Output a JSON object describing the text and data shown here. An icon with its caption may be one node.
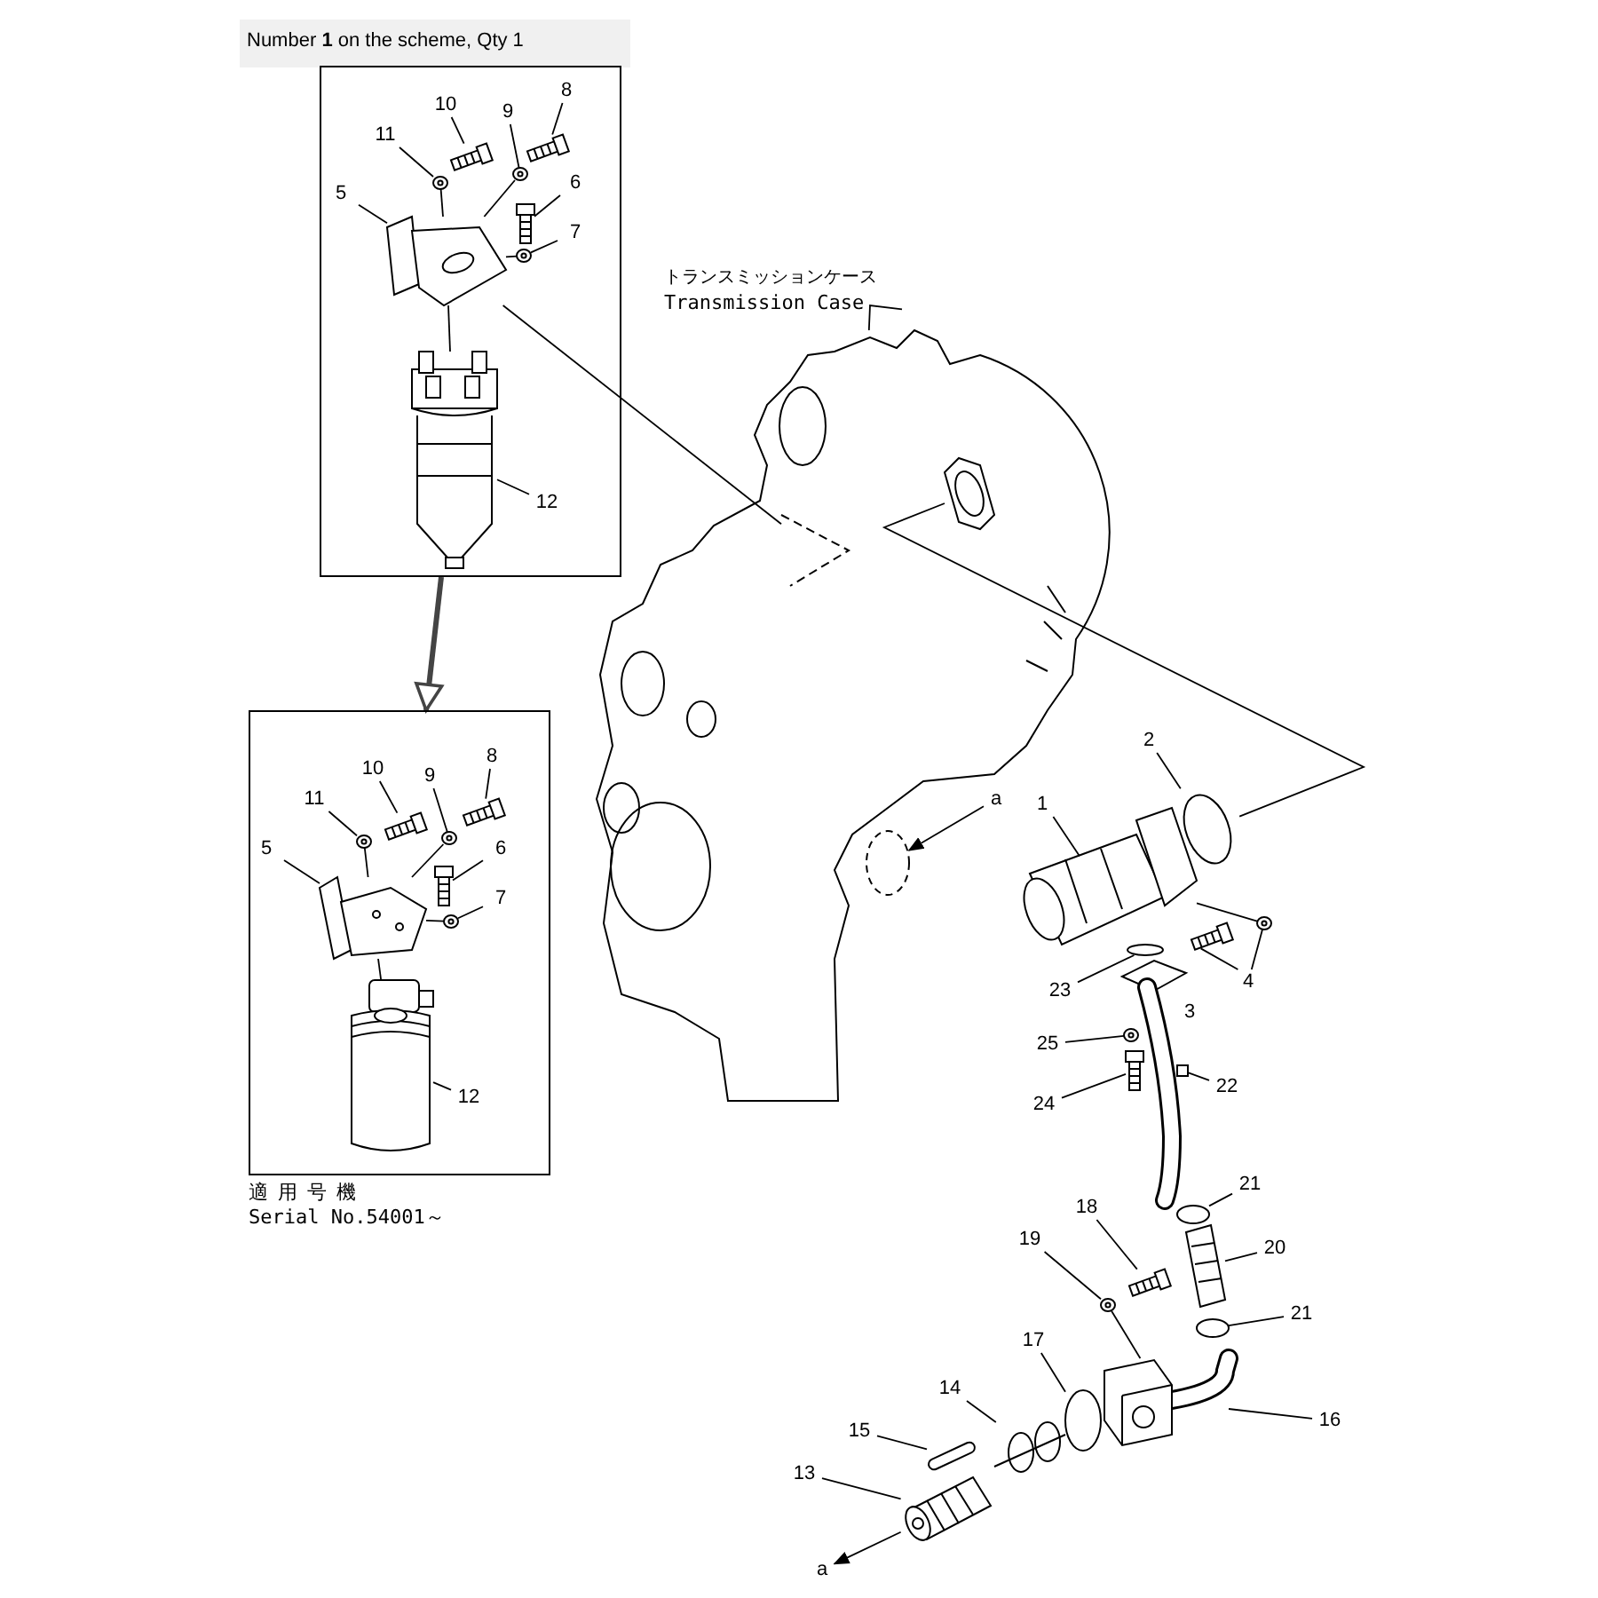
{
  "diagram": {
    "nodes": [
      {
        "text": [],
        "shape": "box"
      },
      {
        "text": [
          "8"
        ],
        "in": 0
      },
      {
        "text": [
          "10"
        ],
        "in": 0
      },
      {
        "text": [
          "9"
        ],
        "in": 0
      },
      {
        "text": [
          "11"
        ],
        "in": 0
      },
      {
        "text": [
          "6"
        ],
        "in": 0
      },
      {
        "text": [
          "5"
        ],
        "in": 0
      },
      {
        "text": [
          "7"
        ],
        "in": 0
      },
      {
        "text": [
          "12"
        ],
        "in": 0
      },
      {
        "text": [],
        "shape": "picture",
        "in": 0
      },
      {
        "text": [],
        "shape": "picture",
        "in": 0
      },
      {
        "text": [],
        "shape": "picture",
        "in": 0
      },
      {
        "text": [],
        "shape": "picture",
        "in": 0
      },
      {
        "text": [],
        "shape": "picture",
        "in": 0
      },
      {
        "text": [],
        "shape": "picture",
        "in": 0
      },
      {
        "text": [],
        "shape": "picture",
        "in": 0
      },
      {
        "text": [],
        "shape": "picture",
        "in": 0
      },
      {
        "text": [],
        "shape": "box",
        "beside": [
          "適用号機",
          "Serial No.54001～"
        ]
      },
      {
        "text": [
          "8"
        ],
        "in": 17
      },
      {
        "text": [
          "10"
        ],
        "in": 17
      },
      {
        "text": [
          "9"
        ],
        "in": 17
      },
      {
        "text": [
          "11"
        ],
        "in": 17
      },
      {
        "text": [
          "5"
        ],
        "in": 17
      },
      {
        "text": [
          "6"
        ],
        "in": 17
      },
      {
        "text": [
          "7"
        ],
        "in": 17
      },
      {
        "text": [
          "12"
        ],
        "in": 17
      },
      {
        "text": [],
        "shape": "picture",
        "in": 17
      },
      {
        "text": [],
        "shape": "picture",
        "in": 17
      },
      {
        "text": [],
        "shape": "picture",
        "in": 17
      },
      {
        "text": [],
        "shape": "picture",
        "in": 17
      },
      {
        "text": [],
        "shape": "picture",
        "in": 17
      },
      {
        "text": [],
        "shape": "picture",
        "in": 17
      },
      {
        "text": [],
        "shape": "picture",
        "in": 17
      },
      {
        "text": [],
        "shape": "picture",
        "in": 17
      },
      {
        "text": [
          "トランスミッションケース",
          "Transmission Case"
        ]
      },
      {
        "text": [],
        "shape": "picture"
      },
      {
        "text": [],
        "shape": "picture",
        "in": 35
      },
      {
        "text": [],
        "shape": "picture",
        "in": 35
      },
      {
        "text": [],
        "shape": "circle",
        "in": 35
      },
      {
        "text": [
          "2"
        ]
      },
      {
        "text": [
          "a"
        ]
      },
      {
        "text": [
          "1"
        ]
      },
      {
        "text": [
          "4"
        ]
      },
      {
        "text": [
          "23"
        ]
      },
      {
        "text": [
          "3"
        ]
      },
      {
        "text": [
          "25"
        ]
      },
      {
        "text": [
          "22"
        ]
      },
      {
        "text": [
          "24"
        ]
      },
      {
        "text": [
          "21"
        ]
      },
      {
        "text": [
          "18"
        ]
      },
      {
        "text": [
          "20"
        ]
      },
      {
        "text": [
          "19"
        ]
      },
      {
        "text": [
          "21"
        ]
      },
      {
        "text": [
          "17"
        ]
      },
      {
        "text": [
          "16"
        ]
      },
      {
        "text": [
          "14"
        ]
      },
      {
        "text": [
          "15"
        ]
      },
      {
        "text": [
          "13"
        ]
      },
      {
        "text": [
          "a"
        ]
      },
      {
        "text": [],
        "shape": "circle"
      },
      {
        "text": [],
        "shape": "picture"
      },
      {
        "text": [],
        "shape": "picture"
      },
      {
        "text": [],
        "shape": "picture"
      },
      {
        "text": [],
        "shape": "circle"
      },
      {
        "text": [],
        "shape": "picture"
      },
      {
        "text": [],
        "shape": "box"
      },
      {
        "text": [],
        "shape": "picture"
      },
      {
        "text": [],
        "shape": "circle"
      },
      {
        "text": [],
        "shape": "picture"
      },
      {
        "text": [],
        "shape": "picture"
      },
      {
        "text": [],
        "shape": "picture"
      },
      {
        "text": [],
        "shape": "circle"
      },
      {
        "text": [],
        "shape": "circle"
      },
      {
        "text": [],
        "shape": "picture"
      },
      {
        "text": [],
        "shape": "picture"
      },
      {
        "text": [],
        "shape": "bar"
      },
      {
        "text": [],
        "shape": "picture"
      }
    ],
    "edges": [
      {
        "from": 15,
        "to": 36,
        "arrow": "none"
      },
      {
        "from": 0,
        "to": 17,
        "arrow": "to",
        "style": "thick"
      },
      {
        "from": 34,
        "to": 35,
        "arrow": "none"
      },
      {
        "from": 37,
        "to": 59,
        "arrow": "none"
      },
      {
        "from": 40,
        "to": 38,
        "arrow": "to"
      },
      {
        "from": 76,
        "to": 58,
        "arrow": "to"
      },
      {
        "from": 1,
        "to": 9,
        "arrow": "none"
      },
      {
        "from": 2,
        "to": 10,
        "arrow": "none"
      },
      {
        "from": 3,
        "to": 11,
        "arrow": "none"
      },
      {
        "from": 4,
        "to": 12,
        "arrow": "none"
      },
      {
        "from": 5,
        "to": 13,
        "arrow": "none"
      },
      {
        "from": 6,
        "to": 15,
        "arrow": "none"
      },
      {
        "from": 7,
        "to": 14,
        "arrow": "none"
      },
      {
        "from": 8,
        "to": 16,
        "arrow": "none"
      },
      {
        "from": 12,
        "to": 15,
        "arrow": "none"
      },
      {
        "from": 11,
        "to": 15,
        "arrow": "none"
      },
      {
        "from": 14,
        "to": 15,
        "arrow": "none"
      },
      {
        "from": 15,
        "to": 16,
        "arrow": "none"
      },
      {
        "from": 18,
        "to": 26,
        "arrow": "none"
      },
      {
        "from": 19,
        "to": 27,
        "arrow": "none"
      },
      {
        "from": 20,
        "to": 28,
        "arrow": "none"
      },
      {
        "from": 21,
        "to": 29,
        "arrow": "none"
      },
      {
        "from": 22,
        "to": 32,
        "arrow": "none"
      },
      {
        "from": 23,
        "to": 30,
        "arrow": "none"
      },
      {
        "from": 24,
        "to": 31,
        "arrow": "none"
      },
      {
        "from": 25,
        "to": 33,
        "arrow": "none"
      },
      {
        "from": 29,
        "to": 32,
        "arrow": "none"
      },
      {
        "from": 28,
        "to": 32,
        "arrow": "none"
      },
      {
        "from": 31,
        "to": 32,
        "arrow": "none"
      },
      {
        "from": 32,
        "to": 33,
        "arrow": "none"
      },
      {
        "from": 39,
        "to": 59,
        "arrow": "none"
      },
      {
        "from": 41,
        "to": 60,
        "arrow": "none"
      },
      {
        "from": 42,
        "to": 62,
        "arrow": "none"
      },
      {
        "from": 42,
        "to": 61,
        "arrow": "none"
      },
      {
        "from": 43,
        "to": 63,
        "arrow": "none"
      },
      {
        "from": 45,
        "to": 64,
        "arrow": "none"
      },
      {
        "from": 46,
        "to": 65,
        "arrow": "none"
      },
      {
        "from": 47,
        "to": 66,
        "arrow": "none"
      },
      {
        "from": 48,
        "to": 67,
        "arrow": "none"
      },
      {
        "from": 49,
        "to": 68,
        "arrow": "none"
      },
      {
        "from": 50,
        "to": 69,
        "arrow": "none"
      },
      {
        "from": 51,
        "to": 70,
        "arrow": "none"
      },
      {
        "from": 52,
        "to": 71,
        "arrow": "none"
      },
      {
        "from": 53,
        "to": 72,
        "arrow": "none"
      },
      {
        "from": 54,
        "to": 73,
        "arrow": "none"
      },
      {
        "from": 55,
        "to": 74,
        "arrow": "none"
      },
      {
        "from": 56,
        "to": 75,
        "arrow": "none"
      },
      {
        "from": 57,
        "to": 76,
        "arrow": "none"
      },
      {
        "from": 60,
        "to": 62,
        "arrow": "none"
      },
      {
        "from": 70,
        "to": 73,
        "arrow": "none"
      }
    ],
    "labels": [
      "Number **1** on the scheme, Qty 1"
    ]
  }
}
